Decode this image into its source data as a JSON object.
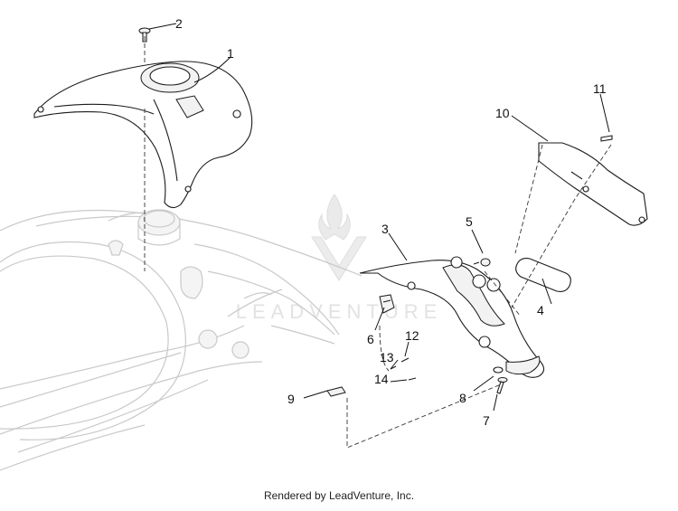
{
  "callouts": {
    "c1": "1",
    "c2": "2",
    "c3": "3",
    "c4": "4",
    "c5": "5",
    "c6": "6",
    "c7": "7",
    "c8": "8",
    "c9": "9",
    "c10": "10",
    "c11": "11",
    "c12": "12",
    "c13": "13",
    "c14": "14"
  },
  "watermark": {
    "text": "LEADVENTURE"
  },
  "footer": {
    "text": "Rendered by LeadVenture, Inc."
  }
}
